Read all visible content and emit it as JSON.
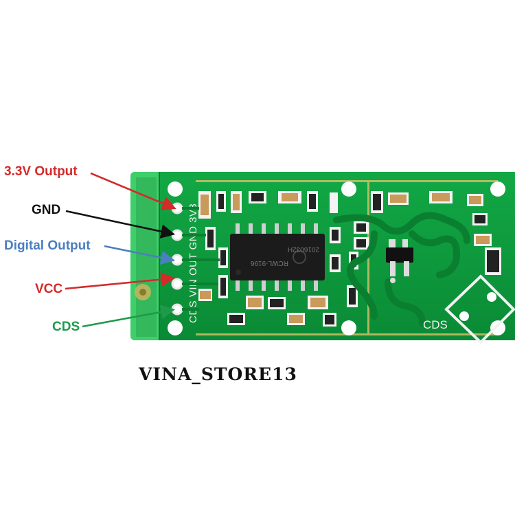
{
  "labels": {
    "v33": {
      "text": "3.3V Output",
      "color": "#d42a2a"
    },
    "gnd": {
      "text": "GND",
      "color": "#111111"
    },
    "dout": {
      "text": "Digital Output",
      "color": "#4a7fc0"
    },
    "vcc": {
      "text": "VCC",
      "color": "#d42a2a"
    },
    "cds": {
      "text": "CDS",
      "color": "#1f9a4a"
    }
  },
  "silkscreen": {
    "pin_names": "CDS VIN OUT GND 3V3",
    "ic_marking_1": "RCWL-9196",
    "ic_marking_2": "2016032H",
    "cds_text": "CDS"
  },
  "watermark": "VINA_STORE13",
  "colors": {
    "pcb": "#0d9a3c",
    "pcb_dark": "#0a7d30",
    "silk": "#f2f2f2"
  }
}
